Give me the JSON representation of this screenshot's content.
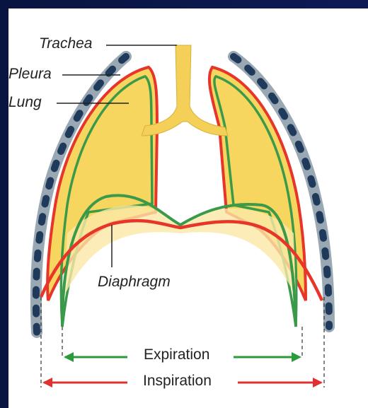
{
  "labels": {
    "trachea": "Trachea",
    "pleura": "Pleura",
    "lung": "Lung",
    "diaphragm": "Diaphragm",
    "expiration": "Expiration",
    "inspiration": "Inspiration"
  },
  "colors": {
    "lung_fill": "#f5d35a",
    "pleura_line": "#e8352a",
    "lung_line": "#3a9a4a",
    "rib": "#8fa0ad",
    "rib_dot": "#1f3a5a",
    "expiration_arrow": "#2a9a3a",
    "inspiration_arrow": "#e03030"
  }
}
